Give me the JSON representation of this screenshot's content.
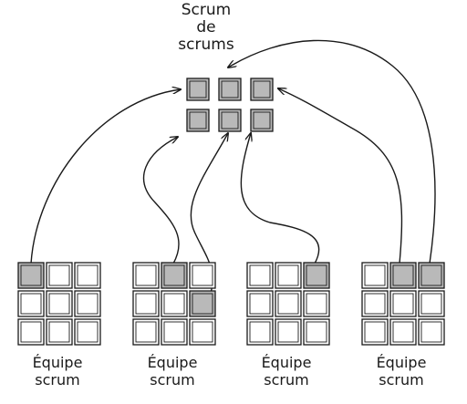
{
  "title": {
    "line1": "Scrum",
    "line2": "de",
    "line3": "scrums"
  },
  "colors": {
    "filled": "#b9b9b9",
    "stroke": "#1a1a1a"
  },
  "scrum_of_scrums": {
    "rows": 2,
    "cols": 3,
    "all_members_filled": true
  },
  "teams": [
    {
      "label_line1": "Équipe",
      "label_line2": "scrum",
      "highlighted_cells": [
        [
          0,
          0
        ]
      ]
    },
    {
      "label_line1": "Équipe",
      "label_line2": "scrum",
      "highlighted_cells": [
        [
          0,
          1
        ],
        [
          1,
          2
        ]
      ]
    },
    {
      "label_line1": "Équipe",
      "label_line2": "scrum",
      "highlighted_cells": [
        [
          0,
          2
        ]
      ]
    },
    {
      "label_line1": "Équipe",
      "label_line2": "scrum",
      "highlighted_cells": [
        [
          0,
          1
        ],
        [
          0,
          2
        ]
      ]
    }
  ]
}
